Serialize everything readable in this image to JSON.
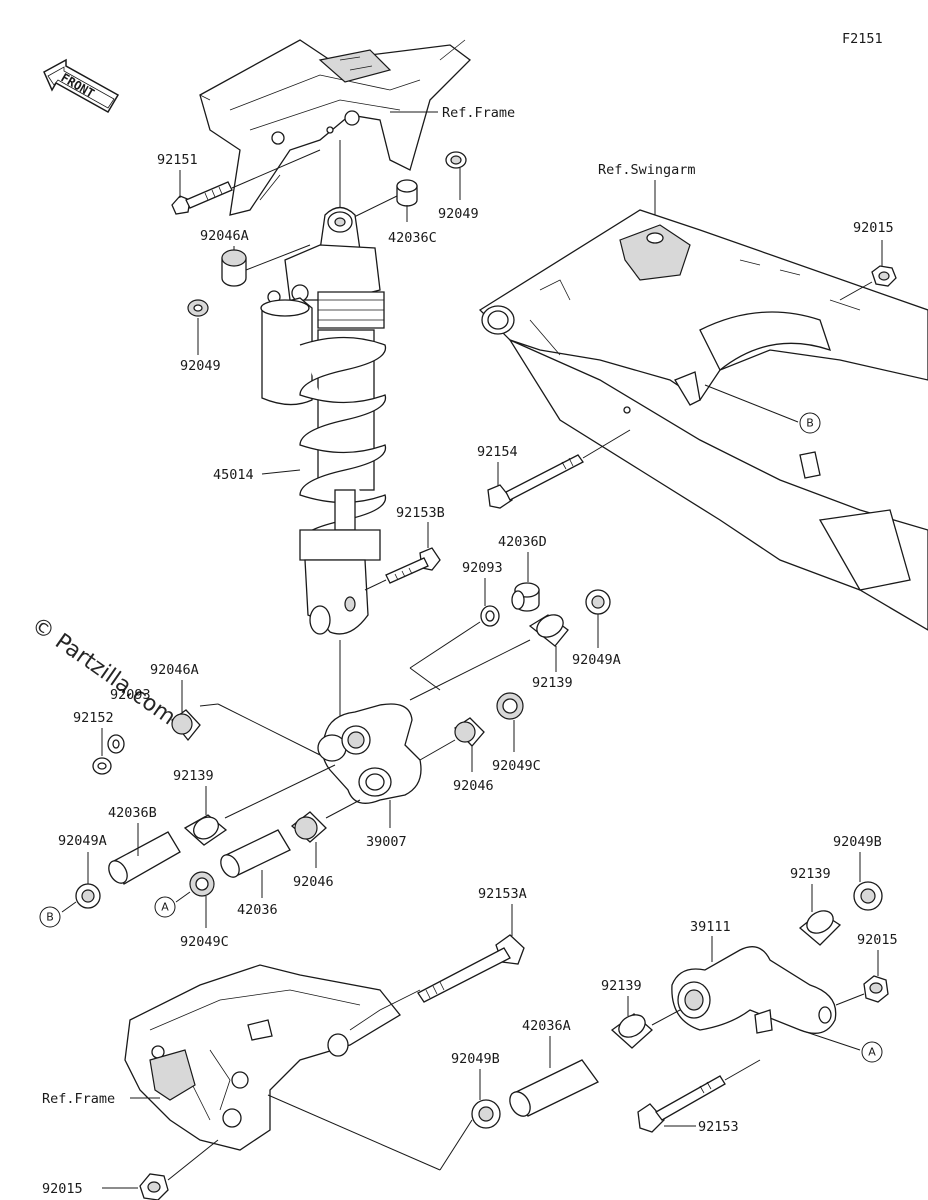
{
  "figure_code": "F2151",
  "front_label": "FRONT",
  "watermark": "© Partzilla.com",
  "refs": {
    "frame_top": "Ref.Frame",
    "swingarm": "Ref.Swingarm",
    "frame_bottom": "Ref.Frame"
  },
  "parts": {
    "p92151": "92151",
    "p92049_top": "92049",
    "p42036C": "42036C",
    "p92046A_top": "92046A",
    "p92049_left": "92049",
    "p45014": "45014",
    "p92015_top": "92015",
    "p92154": "92154",
    "p92153B": "92153B",
    "p42036D": "42036D",
    "p92093_mid": "92093",
    "p92049A_mid": "92049A",
    "p92139_mid": "92139",
    "p92046A_left": "92046A",
    "p92093_left": "92093",
    "p92152": "92152",
    "p92049C_mid": "92049C",
    "p92046_mid": "92046",
    "p92139_left": "92139",
    "p39007": "39007",
    "p42036B": "42036B",
    "p92049A_left": "92049A",
    "p42036": "42036",
    "p92046_low": "92046",
    "p92049C_low": "92049C",
    "p92049B_right": "92049B",
    "p92139_right": "92139",
    "p39111": "39111",
    "p92015_right": "92015",
    "p92153A": "92153A",
    "p92139_low": "92139",
    "p42036A": "42036A",
    "p92049B_low": "92049B",
    "p92153": "92153",
    "p92015_low": "92015"
  },
  "markers": {
    "B_swingarm": "B",
    "B_left": "B",
    "A_left": "A",
    "A_right": "A"
  }
}
